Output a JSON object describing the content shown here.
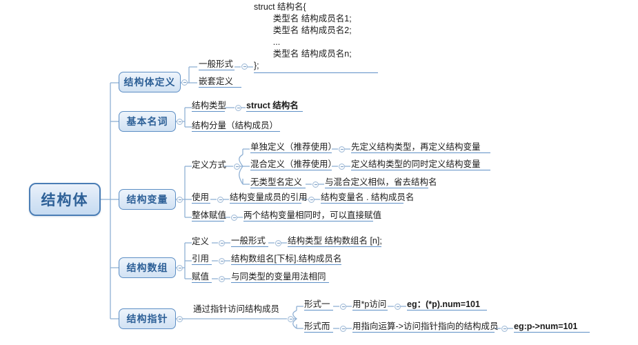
{
  "diagram": {
    "title": "结构体",
    "type": "mind-map",
    "colors": {
      "node_border": "#5b8dc4",
      "root_border": "#4a7db5",
      "node_text": "#2c5f96",
      "leaf_underline": "#5d8fc6",
      "leaf_text": "#1a1a1a",
      "background": "#ffffff"
    }
  },
  "root": {
    "label": "结构体"
  },
  "branches": [
    {
      "label": "结构体定义",
      "children": [
        {
          "label": "一般形式",
          "children": [
            {
              "label": "struct 结构名{\n        类型名 结构成员名1;\n        类型名 结构成员名2;\n        ...\n        类型名 结构成员名n;\n};",
              "is_code": true
            }
          ]
        },
        {
          "label": "嵌套定义"
        }
      ]
    },
    {
      "label": "基本名词",
      "children": [
        {
          "label": "结构类型",
          "children": [
            {
              "label": "struct 结构名"
            }
          ]
        },
        {
          "label": "结构分量（结构成员）"
        }
      ]
    },
    {
      "label": "结构变量",
      "children": [
        {
          "label": "定义方式",
          "children": [
            {
              "label": "单独定义（推荐使用）",
              "children": [
                {
                  "label": "先定义结构类型，再定义结构变量"
                }
              ]
            },
            {
              "label": "混合定义（推荐使用）",
              "children": [
                {
                  "label": "定义结构类型的同时定义结构变量"
                }
              ]
            },
            {
              "label": "无类型名定义",
              "children": [
                {
                  "label": "与混合定义相似，省去结构名"
                }
              ]
            }
          ]
        },
        {
          "label": "使用",
          "children": [
            {
              "label": "结构变量成员的引用",
              "children": [
                {
                  "label": "结构变量名 . 结构成员名"
                }
              ]
            }
          ]
        },
        {
          "label": "整体赋值",
          "children": [
            {
              "label": "两个结构变量相同时，可以直接赋值"
            }
          ]
        }
      ]
    },
    {
      "label": "结构数组",
      "children": [
        {
          "label": "定义",
          "children": [
            {
              "label": "一般形式",
              "children": [
                {
                  "label": "结构类型 结构数组名 [n];"
                }
              ]
            }
          ]
        },
        {
          "label": "引用",
          "children": [
            {
              "label": "结构数组名[下标].结构成员名"
            }
          ]
        },
        {
          "label": "赋值",
          "children": [
            {
              "label": "与同类型的变量用法相同"
            }
          ]
        }
      ]
    },
    {
      "label": "结构指针",
      "children": [
        {
          "label": "通过指针访问结构成员",
          "children": [
            {
              "label": "形式一",
              "children": [
                {
                  "label": "用*p访问",
                  "children": [
                    {
                      "label": "eg：(*p).num=101"
                    }
                  ]
                }
              ]
            },
            {
              "label": "形式而",
              "children": [
                {
                  "label": "用指向运算->访问指针指向的结构成员",
                  "children": [
                    {
                      "label": "eg:p->num=101"
                    }
                  ]
                }
              ]
            }
          ]
        }
      ]
    }
  ]
}
